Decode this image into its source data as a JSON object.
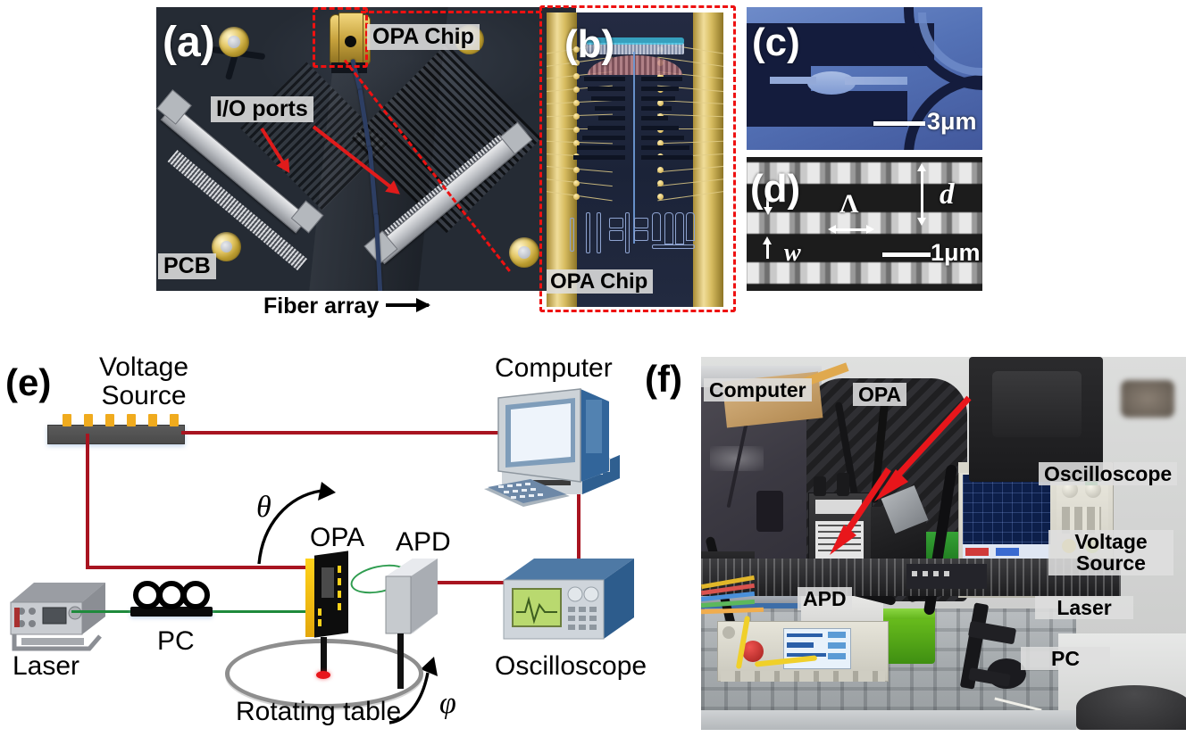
{
  "figure": {
    "panels": [
      "a",
      "b",
      "c",
      "d",
      "e",
      "f"
    ]
  },
  "panel_a": {
    "letter": "(a)",
    "labels": {
      "opa_chip": "OPA Chip",
      "io_ports": "I/O ports",
      "pcb": "PCB",
      "fiber_array": "Fiber array"
    }
  },
  "panel_b": {
    "letter": "(b)",
    "labels": {
      "opa_chip": "OPA Chip"
    }
  },
  "panel_c": {
    "letter": "(c)",
    "scale_label": "3μm"
  },
  "panel_d": {
    "letter": "(d)",
    "scale_label": "1μm",
    "symbols": {
      "period": "Λ",
      "pitch": "d",
      "width": "w"
    }
  },
  "panel_e": {
    "letter": "(e)",
    "labels": {
      "voltage_source": "Voltage\nSource",
      "computer": "Computer",
      "opa": "OPA",
      "apd": "APD",
      "oscilloscope": "Oscilloscope",
      "laser": "Laser",
      "pc": "PC",
      "rotating_table": "Rotating table",
      "theta": "θ",
      "phi": "φ"
    }
  },
  "panel_f": {
    "letter": "(f)",
    "labels": {
      "computer": "Computer",
      "opa": "OPA",
      "oscilloscope": "Oscilloscope",
      "voltage_source": "Voltage\nSource",
      "laser": "Laser",
      "pc": "PC",
      "apd": "APD"
    }
  },
  "colors": {
    "callout_red": "#ee1111",
    "arrow_red": "#e01b1b",
    "wire_red": "#a81420",
    "fiber_green": "#1f8a3c",
    "gold": "#f0ab1e",
    "label_bg": "#dedede"
  }
}
